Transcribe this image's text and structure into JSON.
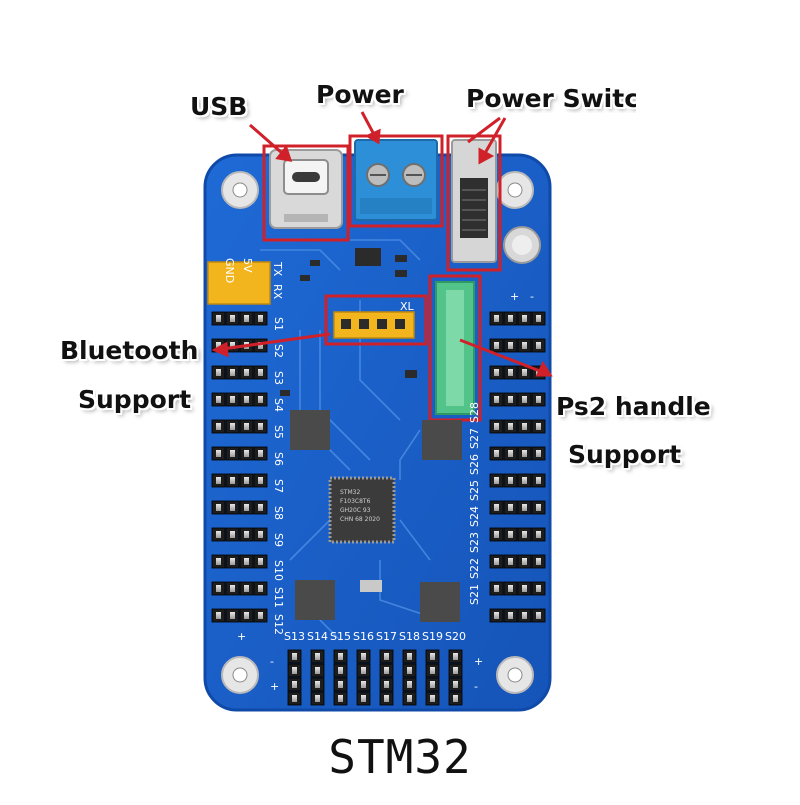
{
  "callouts": {
    "usb": "USB",
    "power": "Power",
    "power_switch": "Power Switc",
    "bluetooth_line1": "Bluetooth",
    "bluetooth_line2": "Support",
    "ps2_line1": "Ps2 handle",
    "ps2_line2": "Support"
  },
  "caption": "STM32",
  "board": {
    "left_pin_labels": [
      "S1",
      "S2",
      "S3",
      "S4",
      "S5",
      "S6",
      "S7",
      "S8",
      "S9",
      "S10",
      "S11",
      "S12"
    ],
    "bottom_pin_labels": [
      "S13",
      "S14",
      "S15",
      "S16",
      "S17",
      "S18",
      "S19",
      "S20"
    ],
    "right_pin_labels": [
      "S21",
      "S22",
      "S23",
      "S24",
      "S25",
      "S26",
      "S27",
      "S28"
    ],
    "power_pins_label_gnd": "GND",
    "power_pins_label_5v": "5V",
    "uart_label_tx": "TX",
    "uart_label_rx": "RX",
    "bt_header_label": "XL",
    "mcu_text_1": "STM32",
    "mcu_text_2": "F103C8T6",
    "mcu_text_3": "GH20C 93",
    "mcu_text_4": "CHN 68 2020",
    "plus": "+",
    "minus": "-"
  },
  "colors": {
    "pcb": "#1a5fc9",
    "pcb_edge": "#0f4aa8",
    "highlight_box": "#d0202a",
    "header_black": "#1d1d1d",
    "header_yellow": "#f2b51e",
    "header_green": "#52c48a",
    "terminal_blue": "#2d8fd8"
  }
}
